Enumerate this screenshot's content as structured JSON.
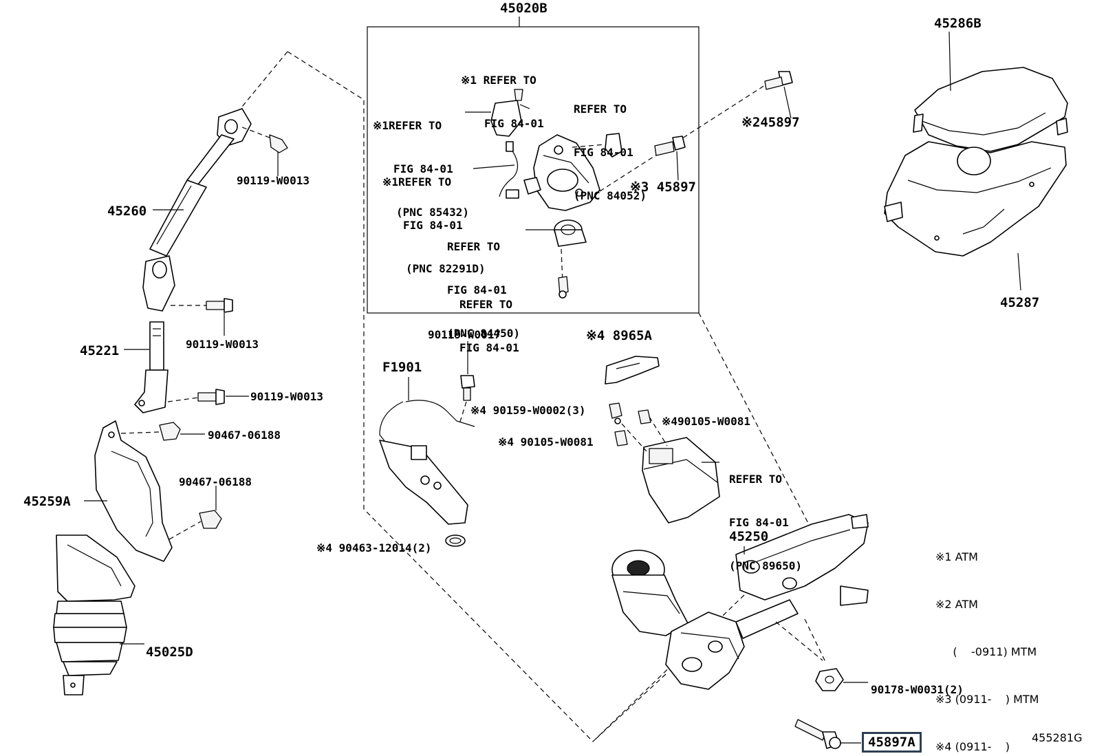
{
  "labels": {
    "p45020B": "45020B",
    "p45286B": "45286B",
    "p45287": "45287",
    "p45260": "45260",
    "p45221": "45221",
    "p45259A": "45259A",
    "p45025D": "45025D",
    "p45250": "45250",
    "pF1901": "F1901",
    "p45897A": "45897A",
    "p45897_2": "※245897",
    "p45897_3": "※3 45897",
    "p8965A": "※4 8965A",
    "b90119a": "90119-W0013",
    "b90119b": "90119-W0013",
    "b90119c": "90119-W0013",
    "b90119d": "90119-W0017",
    "c90467a": "90467-06188",
    "c90467b": "90467-06188",
    "s90159": "※4 90159-W0002(3)",
    "s90105a": "※490105-W0081",
    "s90105b": "※4 90105-W0081",
    "s90463": "※4 90463-12014(2)",
    "n90178": "90178-W0031(2)",
    "fig": "455281G"
  },
  "refs": {
    "r1": [
      "※1 REFER TO",
      "FIG 84-01"
    ],
    "r2": [
      "※1REFER TO",
      "FIG 84-01",
      "(PNC 85432)"
    ],
    "r3": [
      "REFER TO",
      "FIG 84-01",
      "(PNC 84052)"
    ],
    "r4": [
      "※1REFER TO",
      "FIG 84-01",
      "(PNC 82291D)"
    ],
    "r5": [
      "REFER TO",
      "FIG 84-01",
      "(PNC 84450)"
    ],
    "r6": [
      "REFER TO",
      "FIG 84-01"
    ],
    "r7": [
      "REFER TO",
      "FIG 84-01",
      "(PNC 89650)"
    ]
  },
  "legend": [
    "※1 ATM",
    "※2 ATM",
    "     (    -0911) MTM",
    "※3 (0911-    ) MTM",
    "※4 (0911-    )"
  ]
}
